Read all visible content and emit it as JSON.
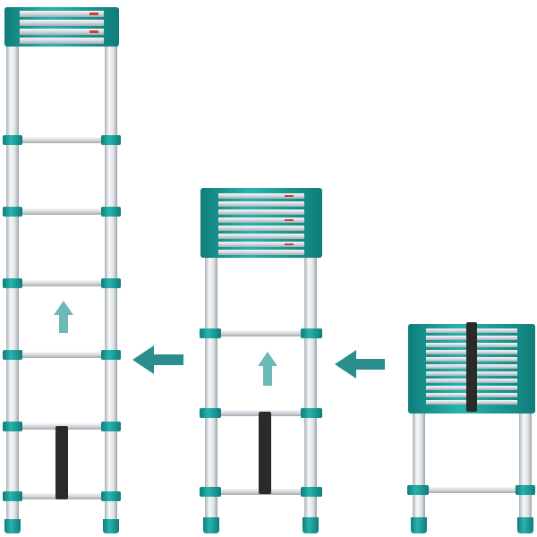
{
  "colors": {
    "background": "#ffffff",
    "teal": "#1a9e9a",
    "teal_dark": "#0f7d79",
    "teal_arrow": "#2a8f8c",
    "teal_arrow_light": "#6ab9b6",
    "aluminum": "#dfe3e6",
    "aluminum_dark": "#aab2b8",
    "aluminum_light": "#f6f8f9",
    "strap": "#2a2a2a",
    "label_red": "#d23b2e"
  },
  "ladders": [
    {
      "name": "fully-extended",
      "visible_rungs": 6,
      "collapsed_rungs": 4
    },
    {
      "name": "partially-extended",
      "visible_rungs": 3,
      "collapsed_rungs": 8
    },
    {
      "name": "collapsed",
      "visible_rungs": 1,
      "collapsed_rungs": 11
    }
  ],
  "icons": {
    "extend_arrow": "arrow-up-icon",
    "sequence_arrow": "arrow-left-icon"
  }
}
